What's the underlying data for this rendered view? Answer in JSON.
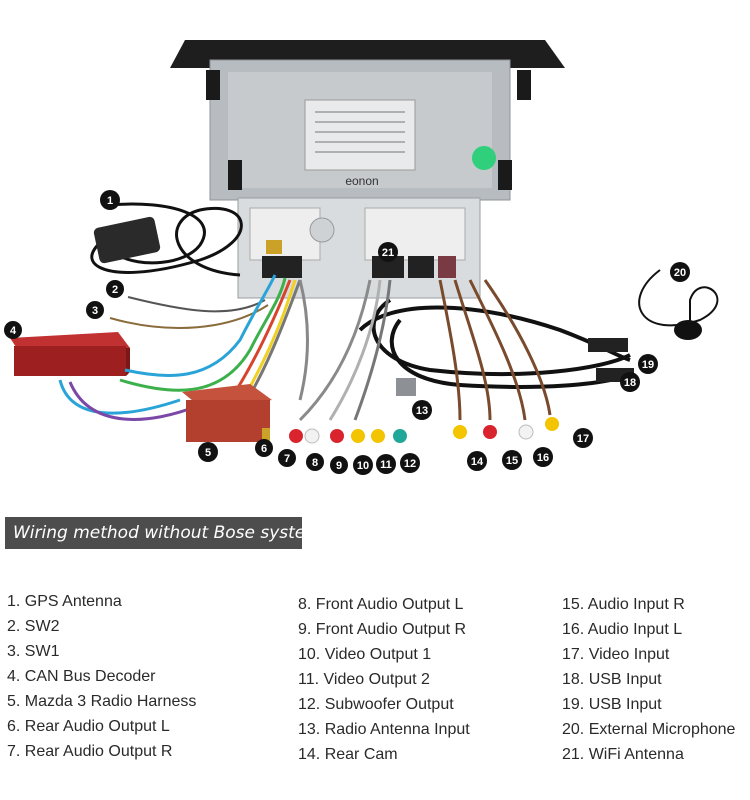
{
  "brand": "eonon",
  "caption": "Wiring method without Bose system.",
  "callouts": [
    "1",
    "2",
    "3",
    "4",
    "5",
    "6",
    "7",
    "8",
    "9",
    "10",
    "11",
    "12",
    "13",
    "14",
    "15",
    "16",
    "17",
    "18",
    "19",
    "20",
    "21"
  ],
  "legend": {
    "col1": [
      "1. GPS Antenna",
      "2. SW2",
      "3. SW1",
      "4. CAN Bus Decoder",
      "5. Mazda 3 Radio Harness",
      "6. Rear Audio Output L",
      "7. Rear Audio Output R"
    ],
    "col2": [
      "8. Front Audio Output L",
      "9. Front Audio Output R",
      "10. Video Output 1",
      "11. Video Output 2",
      "12. Subwoofer Output",
      "13. Radio Antenna Input",
      "14. Rear Cam"
    ],
    "col3": [
      "15. Audio Input R",
      "16. Audio Input L",
      "17. Video Input",
      "18. USB Input",
      "19. USB Input",
      "20. External Microphone",
      "21. WiFi Antenna"
    ]
  },
  "colors": {
    "banner": "#4d4d4d",
    "rca_red": "#d9232d",
    "rca_yellow": "#f2c500",
    "rca_white": "#f2f2f2",
    "rca_teal": "#1fa89a",
    "decoder_red": "#a3201f",
    "harness_red": "#b3402e"
  }
}
